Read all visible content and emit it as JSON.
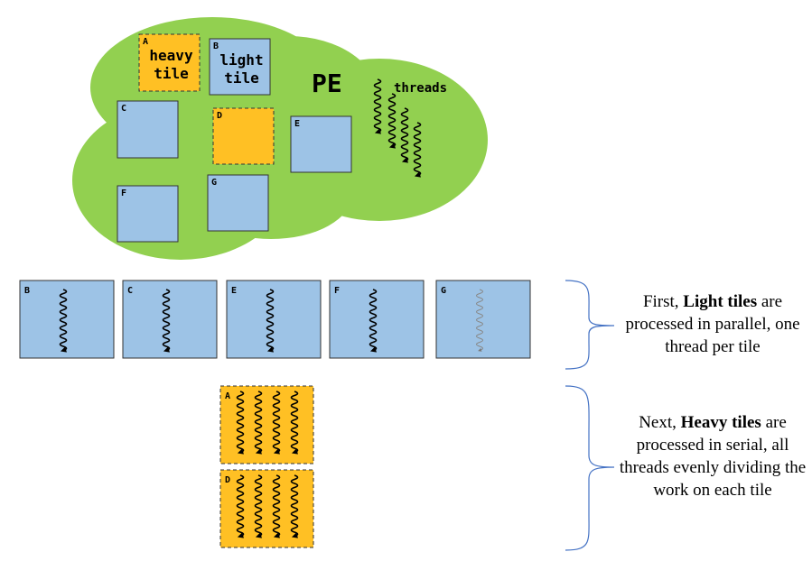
{
  "cloud": {
    "pe_label": "PE",
    "threads_label": "threads",
    "color": "#92D050",
    "tiles": [
      {
        "id": "A",
        "kind": "heavy",
        "text": [
          "heavy",
          "tile"
        ]
      },
      {
        "id": "B",
        "kind": "light",
        "text": [
          "light",
          "tile"
        ]
      },
      {
        "id": "C",
        "kind": "light",
        "text": []
      },
      {
        "id": "D",
        "kind": "heavy",
        "text": []
      },
      {
        "id": "E",
        "kind": "light",
        "text": []
      },
      {
        "id": "F",
        "kind": "light",
        "text": []
      },
      {
        "id": "G",
        "kind": "light",
        "text": []
      }
    ]
  },
  "light_row": {
    "tiles": [
      {
        "id": "B",
        "thread": "active"
      },
      {
        "id": "C",
        "thread": "active"
      },
      {
        "id": "E",
        "thread": "active"
      },
      {
        "id": "F",
        "thread": "active"
      },
      {
        "id": "G",
        "thread": "faded"
      }
    ]
  },
  "heavy_column": {
    "tiles": [
      {
        "id": "A",
        "threads": 4
      },
      {
        "id": "D",
        "threads": 4
      }
    ]
  },
  "notes": {
    "light": {
      "pre": "First, ",
      "bold": "Light tiles",
      "post": " are processed in parallel, one thread per tile"
    },
    "heavy": {
      "pre": "Next, ",
      "bold": "Heavy tiles",
      "post": " are processed in serial, all threads evenly dividing the work on each tile"
    }
  },
  "colors": {
    "light_tile": "#9DC3E6",
    "heavy_tile": "#FFC024",
    "brace": "#4472C4",
    "thread": "#000000",
    "thread_faded": "#888888"
  }
}
